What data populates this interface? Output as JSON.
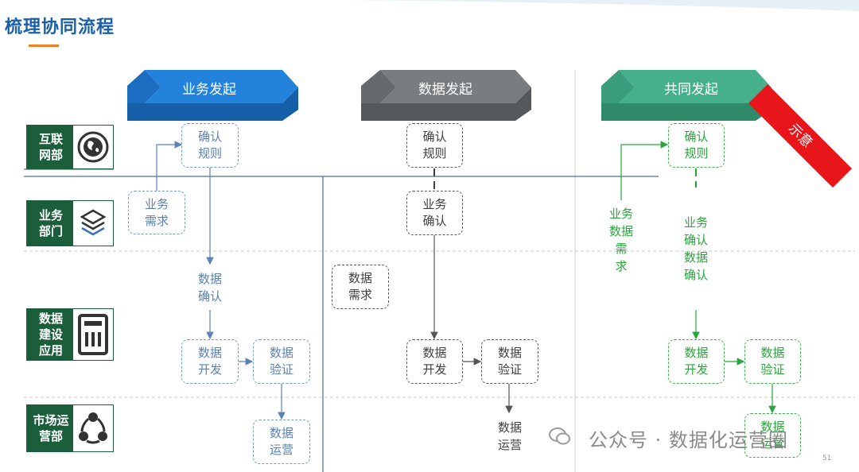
{
  "title": "梳理协同流程",
  "departments": [
    {
      "label_line1": "互联",
      "label_line2": "网部",
      "icon": "globe-icon"
    },
    {
      "label_line1": "业务",
      "label_line2": "部门",
      "icon": "layers-icon"
    },
    {
      "label_line1": "数据",
      "label_line2": "建设",
      "label_line3": "应用",
      "icon": "calculator-icon"
    },
    {
      "label_line1": "市场运",
      "label_line2": "营部",
      "icon": "network-icon"
    }
  ],
  "columns": [
    {
      "header": "业务发起",
      "color": "#1f7ad4"
    },
    {
      "header": "数据发起",
      "color": "#6b6e71"
    },
    {
      "header": "共同发起",
      "color": "#3a9e7e"
    }
  ],
  "business": {
    "confirm_rules": [
      "确认",
      "规则"
    ],
    "biz_demand": [
      "业务",
      "需求"
    ],
    "data_confirm": [
      "数据",
      "确认"
    ],
    "data_dev": [
      "数据",
      "开发"
    ],
    "data_verify": [
      "数据",
      "验证"
    ],
    "data_ops": [
      "数据",
      "运营"
    ]
  },
  "data_initiated": {
    "confirm_rules": [
      "确认",
      "规则"
    ],
    "biz_confirm": [
      "业务",
      "确认"
    ],
    "data_demand": [
      "数据",
      "需求"
    ],
    "data_dev": [
      "数据",
      "开发"
    ],
    "data_verify": [
      "数据",
      "验证"
    ],
    "data_ops": [
      "数据",
      "运营"
    ]
  },
  "joint": {
    "confirm_rules": [
      "确认",
      "规则"
    ],
    "biz_data_demand": [
      "业务",
      "数据",
      "需",
      "求"
    ],
    "biz_data_confirm": [
      "业务",
      "确认",
      "数据",
      "确认"
    ],
    "data_dev": [
      "数据",
      "开发"
    ],
    "data_verify": [
      "数据",
      "验证"
    ],
    "data_ops": [
      "数据",
      "运营"
    ]
  },
  "badge": "示意",
  "watermark": "公众号 · 数据化运营圈",
  "page_number": "51",
  "colors": {
    "blue_flow": "#5b82b4",
    "gray_flow": "#404040",
    "green_flow": "#2aa43c",
    "dept_bg": "#1b5e3c",
    "badge": "#e8161a"
  }
}
